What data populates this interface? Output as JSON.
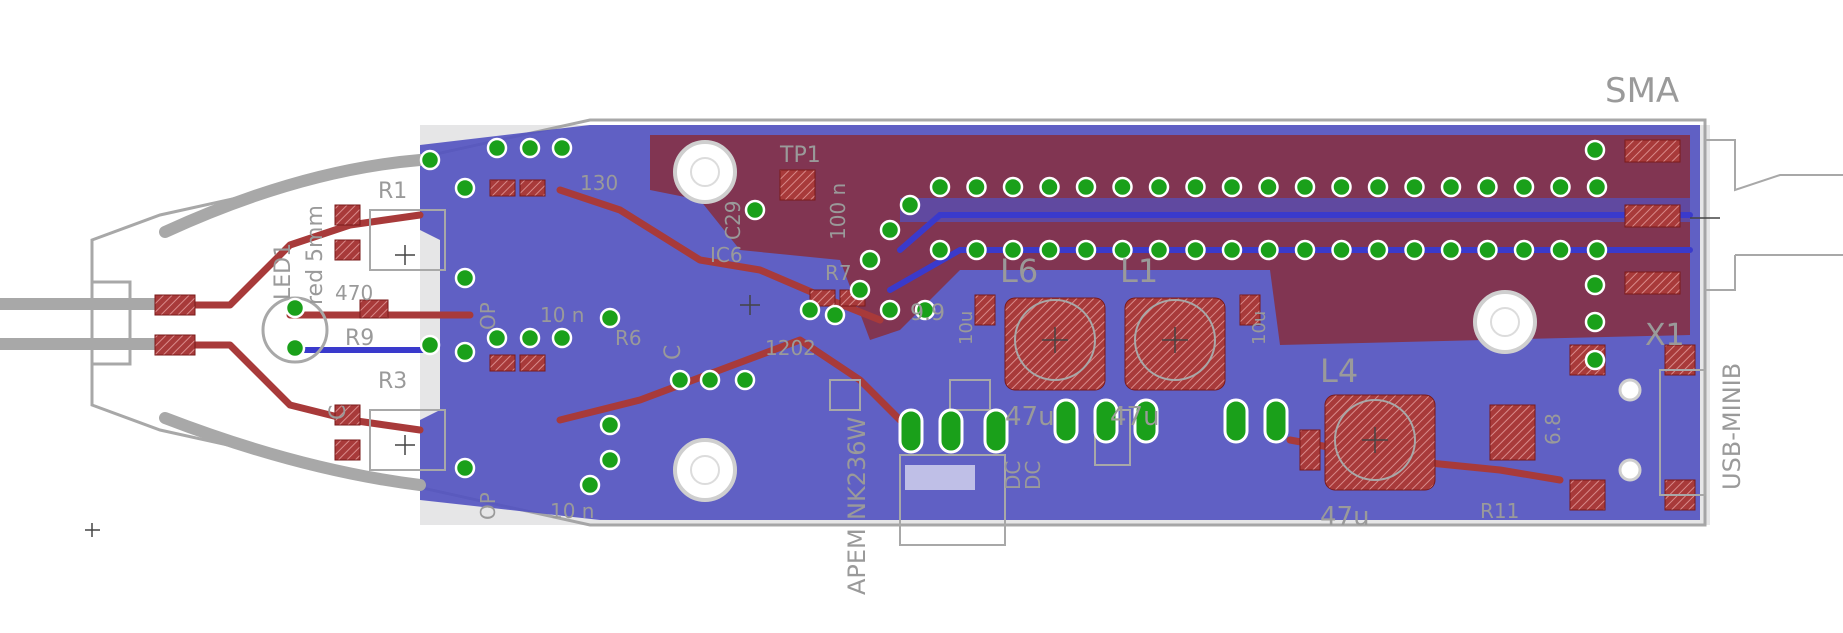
{
  "board": {
    "colors": {
      "background": "#ffffff",
      "outline": "#a8a8a8",
      "bottom_copper": "#3a3acc",
      "top_copper": "#8a1020",
      "via": "#1aa01a",
      "label": "#9a9a9a"
    }
  },
  "labels": {
    "sma": "SMA",
    "tp1": "TP1",
    "l6": "L6",
    "l1": "L1",
    "l4": "L4",
    "x1": "X1",
    "usb": "USB-MINIB",
    "led1": "LED1",
    "led_val": "red 5mm",
    "r1": "R1",
    "r3": "R3",
    "r9": "R9",
    "r6": "R6",
    "r7": "R7",
    "r11": "R11",
    "v470": "470",
    "v100n": "100 n",
    "v10n_a": "10 n",
    "v10n_b": "10 n",
    "v130": "130",
    "ic6": "IC6",
    "c29": "C29",
    "v1202": "1202",
    "v9_9": "9.9",
    "v47u_a": "47u",
    "v47u_b": "47u",
    "v47u_c": "47u",
    "v10u_a": "10u",
    "v10u_b": "10u",
    "v6_8": "6.8",
    "apem": "APEM",
    "nk236": "NK236W",
    "dc_a": "DC",
    "dc_b": "DC",
    "op_a": "OP",
    "op_b": "OP",
    "c_a": "C",
    "c_b": "C"
  }
}
